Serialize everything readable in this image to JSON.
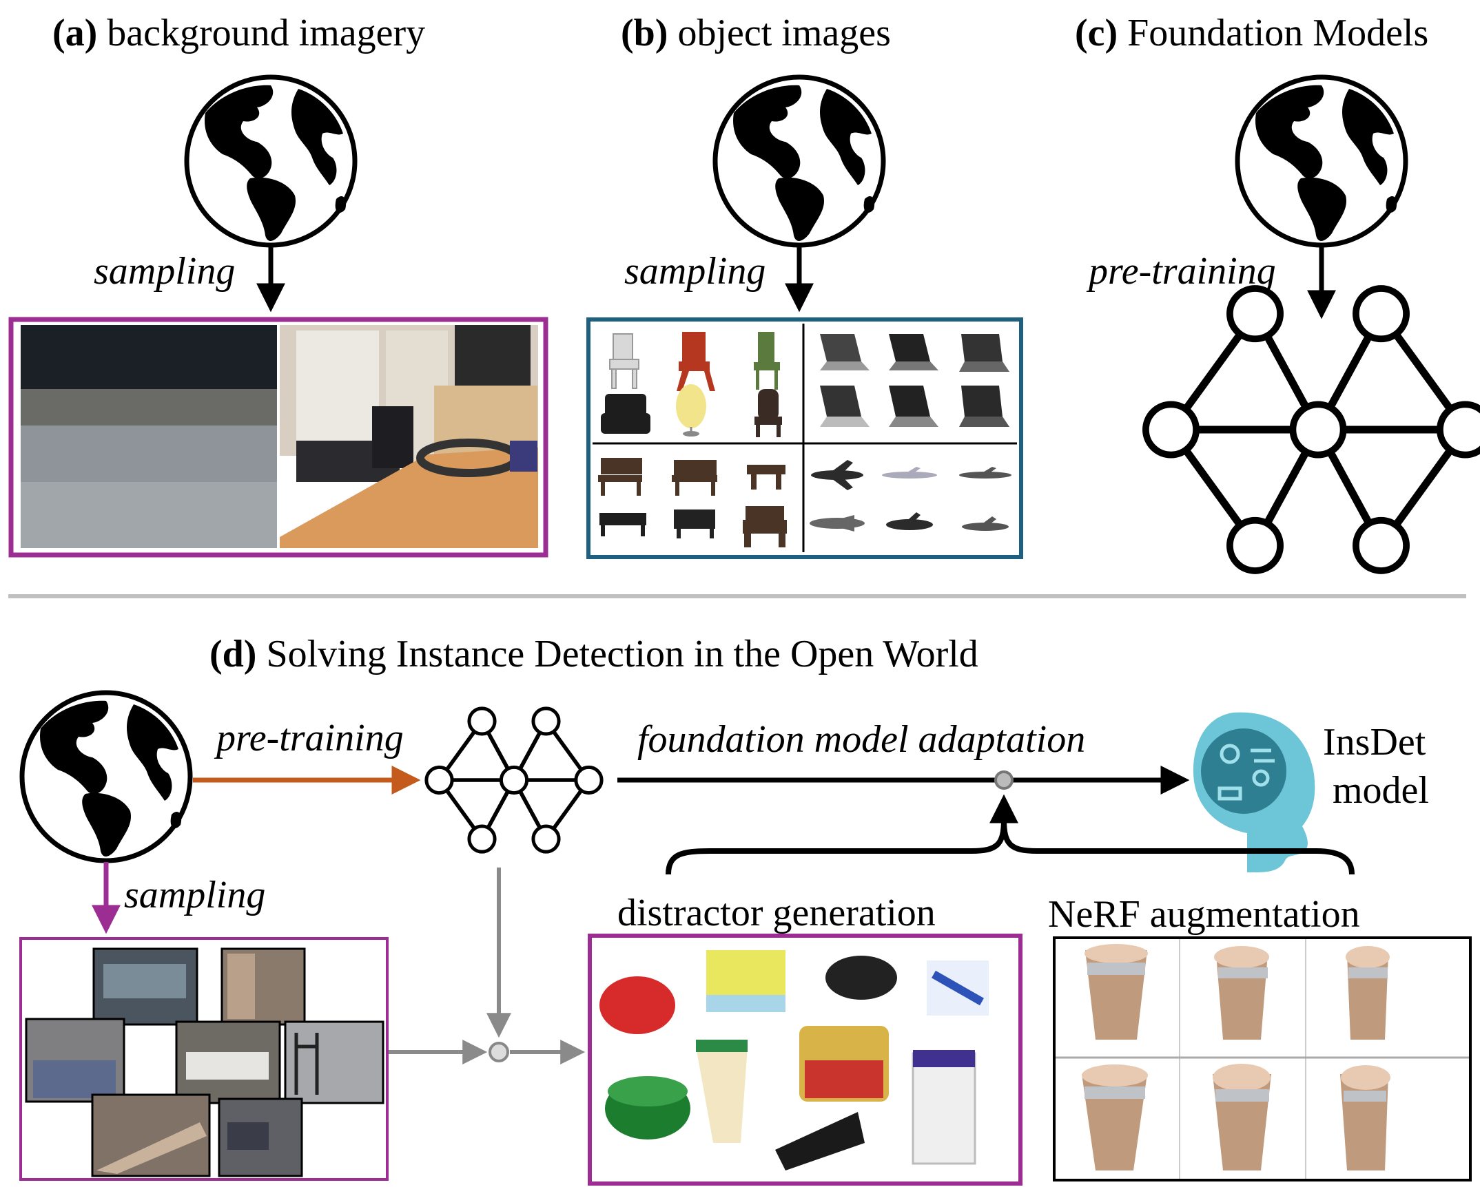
{
  "panels": {
    "a": {
      "letter": "(a)",
      "title": "background imagery",
      "arrow_label": "sampling"
    },
    "b": {
      "letter": "(b)",
      "title": "object images",
      "arrow_label": "sampling"
    },
    "c": {
      "letter": "(c)",
      "title": "Foundation Models",
      "arrow_label": "pre-training"
    },
    "d": {
      "letter": "(d)",
      "title": "Solving Instance Detection in the Open World",
      "pretrain_label": "pre-training",
      "adapt_label": "foundation model adaptation",
      "sampling_label": "sampling",
      "output_line1": "InsDet",
      "output_line2": "model",
      "distractor_label": "distractor generation",
      "nerf_label": "NeRF augmentation"
    }
  },
  "colors": {
    "purple": "#9b2d93",
    "blue": "#1f5f7f",
    "orange": "#c45a1c",
    "gray": "#8a8a8a",
    "black": "#000000",
    "head": "#6cc6d8"
  },
  "icons": [
    "globe-icon",
    "neural-network-icon",
    "ai-head-icon"
  ]
}
